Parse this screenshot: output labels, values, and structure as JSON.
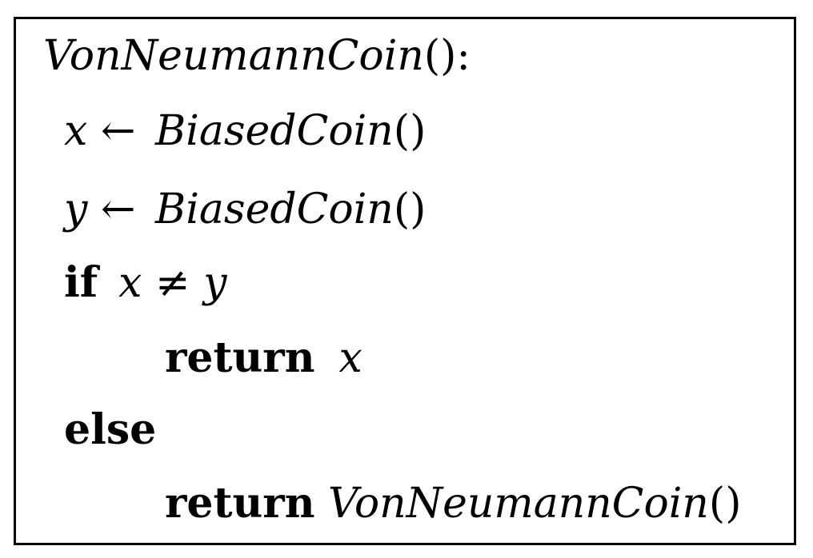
{
  "algorithm": {
    "function_name": "VonNeumannCoin",
    "header_suffix": "():",
    "lines": {
      "assign_x": {
        "var": "x",
        "arrow": "←",
        "call_name": "BiasedCoin",
        "call_parens": "()"
      },
      "assign_y": {
        "var": "y",
        "arrow": "←",
        "call_name": "BiasedCoin",
        "call_parens": "()"
      },
      "if_stmt": {
        "keyword": "if",
        "lhs": "x",
        "op": "≠",
        "rhs": "y"
      },
      "return_x": {
        "keyword": "return",
        "value": "x"
      },
      "else_stmt": {
        "keyword": "else"
      },
      "return_rec": {
        "keyword": "return",
        "call_name": "VonNeumannCoin",
        "call_parens": "()"
      }
    }
  }
}
